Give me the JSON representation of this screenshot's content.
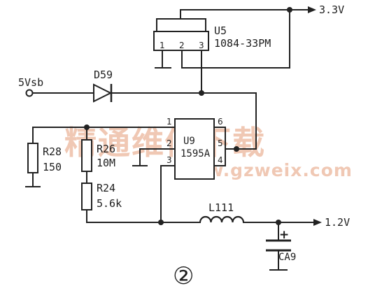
{
  "watermark": {
    "text_cn": "精通维修下载",
    "url": "www.gzweix.com"
  },
  "rails": {
    "v33": "3.3V",
    "v12": "1.2V",
    "v5sb": "5Vsb"
  },
  "components": {
    "u5": {
      "ref": "U5",
      "part": "1084-33PM",
      "pins": [
        "1",
        "2",
        "3"
      ]
    },
    "u9": {
      "ref": "U9",
      "part": "1595A",
      "pins": [
        "1",
        "2",
        "3",
        "4",
        "5",
        "6"
      ]
    },
    "d59": {
      "ref": "D59"
    },
    "r28": {
      "ref": "R28",
      "value": "150"
    },
    "r26": {
      "ref": "R26",
      "value": "10M"
    },
    "r24": {
      "ref": "R24",
      "value": "5.6k"
    },
    "l111": {
      "ref": "L111"
    },
    "ca9": {
      "ref": "CA9",
      "polarity": "+"
    }
  },
  "figure_number": "②"
}
